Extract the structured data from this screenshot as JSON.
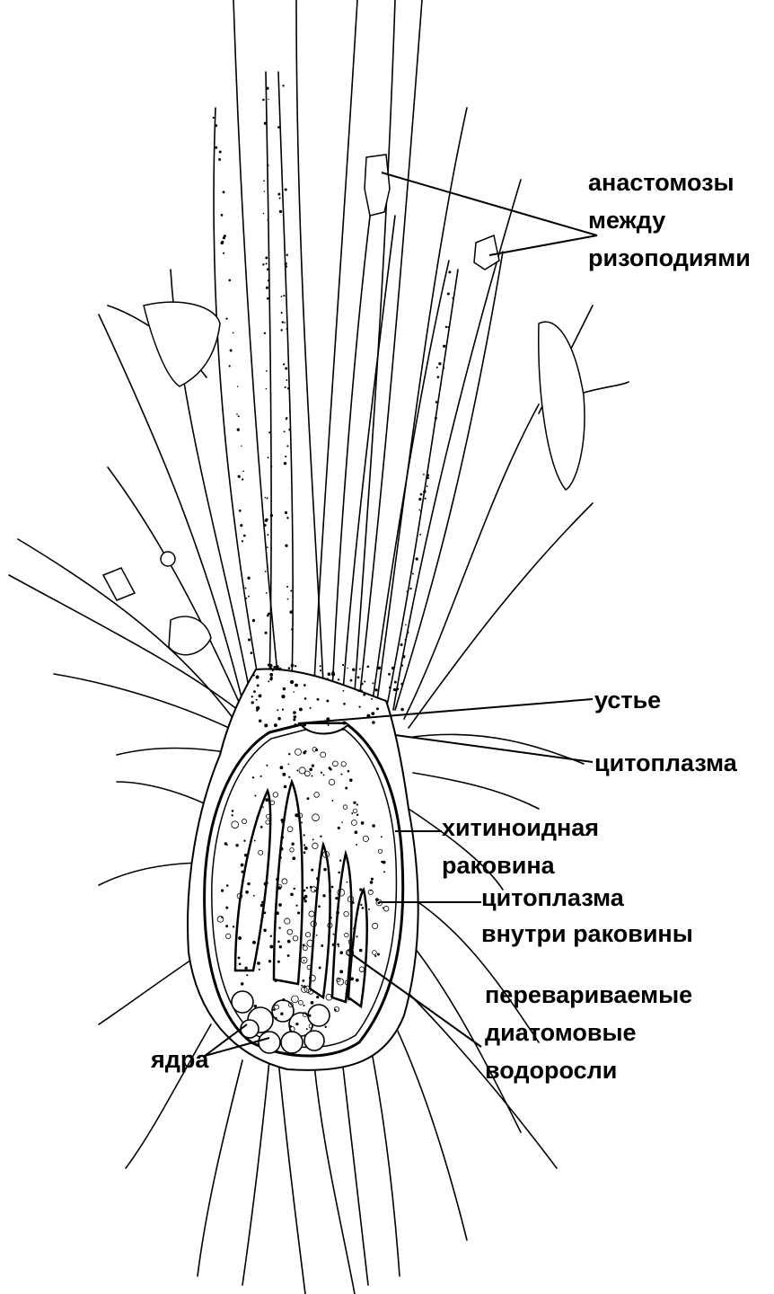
{
  "labels": {
    "anastomoses": [
      "анастомозы",
      "между",
      "ризоподиями"
    ],
    "mouth": "устье",
    "cytoplasm_outer": "цитоплазма",
    "shell": [
      "хитиноидная",
      "раковина"
    ],
    "cytoplasm_inner": [
      "цитоплазма",
      "внутри раковины"
    ],
    "digested_diatoms": [
      "перевариваемые",
      "диатомовые",
      "водоросли"
    ],
    "nuclei": "ядра"
  },
  "colors": {
    "ink": "#000000",
    "background": "#ffffff"
  }
}
